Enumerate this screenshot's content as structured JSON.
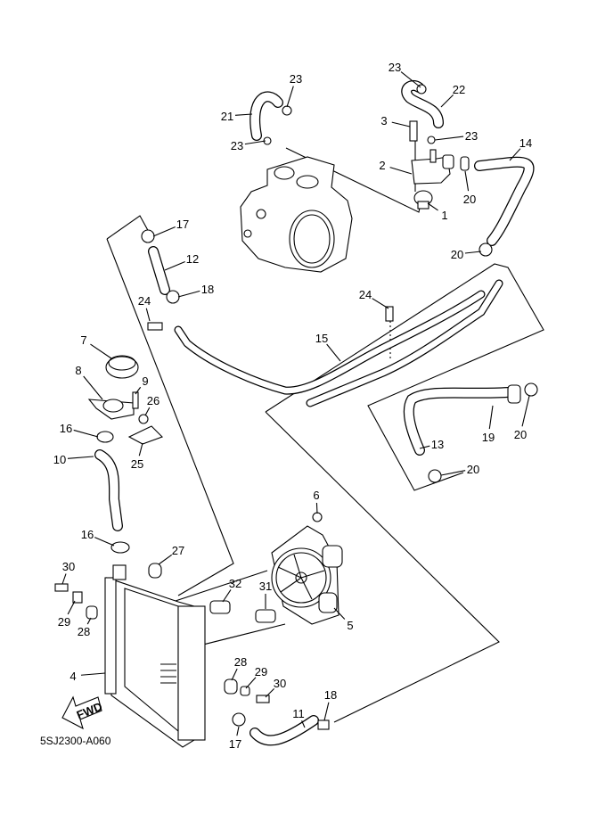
{
  "diagram_code": "5SJ2300-A060",
  "fwd_label": "FWD",
  "callouts": [
    "23",
    "22",
    "23",
    "21",
    "3",
    "23",
    "14",
    "23",
    "2",
    "20",
    "1",
    "17",
    "20",
    "12",
    "18",
    "24",
    "24",
    "15",
    "7",
    "8",
    "9",
    "26",
    "16",
    "13",
    "19",
    "20",
    "25",
    "10",
    "20",
    "6",
    "16",
    "27",
    "30",
    "32",
    "31",
    "29",
    "28",
    "5",
    "4",
    "28",
    "29",
    "30",
    "18",
    "11",
    "17"
  ],
  "colors": {
    "line": "#000000",
    "background": "#ffffff"
  }
}
